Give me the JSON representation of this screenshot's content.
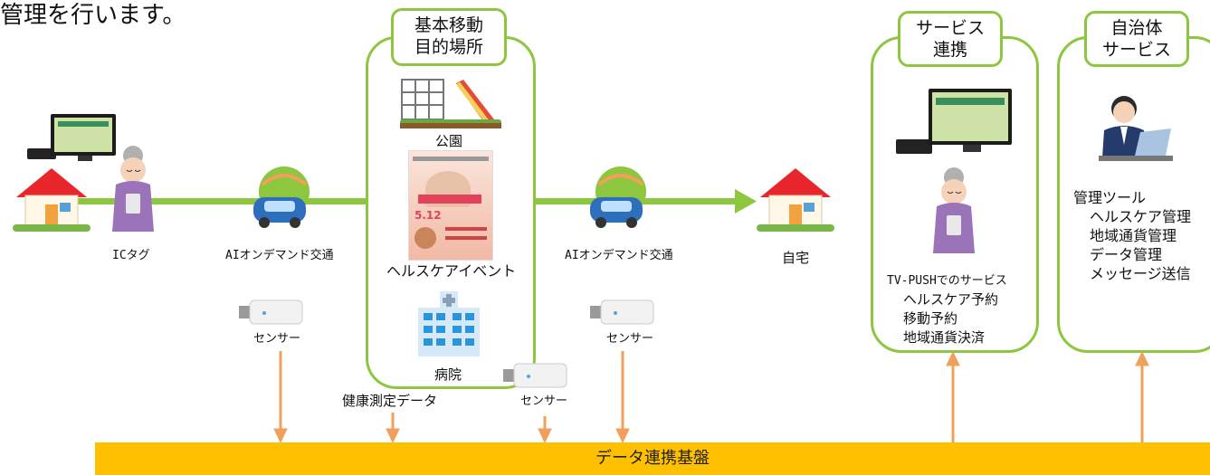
{
  "header_text": "管理を行います。",
  "labels": {
    "ic_tag": "ICタグ",
    "ai_transport_left": "AIオンデマンド交通",
    "ai_transport_right": "AIオンデマンド交通",
    "home": "自宅",
    "park": "公園",
    "health_event": "ヘルスケアイベント",
    "hospital": "病院",
    "sensor_left": "センサー",
    "sensor_right": "センサー",
    "sensor_center": "センサー",
    "health_data": "健康測定データ"
  },
  "panels": {
    "destinations": {
      "title_line1": "基本移動",
      "title_line2": "目的場所"
    },
    "service": {
      "title_line1": "サービス",
      "title_line2": "連携"
    },
    "municipal": {
      "title_line1": "自治体",
      "title_line2": "サービス"
    }
  },
  "service_list": {
    "heading": "TV-PUSHでのサービス",
    "items": [
      "ヘルスケア予約",
      "移動予約",
      "地域通貨決済"
    ]
  },
  "admin_list": {
    "heading": "管理ツール",
    "items": [
      "ヘルスケア管理",
      "地域通貨管理",
      "データ管理",
      "メッセージ送信"
    ]
  },
  "poster": {
    "date_text": "5.12"
  },
  "data_platform": "データ連携基盤",
  "colors": {
    "frame": "#8dc63f",
    "flow_line": "#8dc63f",
    "arrow": "#f0a05a",
    "platform": "#ffc000"
  }
}
